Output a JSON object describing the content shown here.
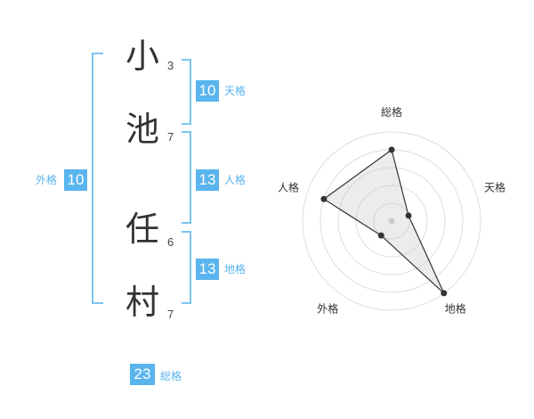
{
  "name": {
    "chars": [
      "小",
      "池",
      "任",
      "村"
    ],
    "strokes": [
      "3",
      "7",
      "6",
      "7"
    ]
  },
  "fortune": {
    "tenkaku": {
      "value": "10",
      "label": "天格"
    },
    "jinkaku": {
      "value": "13",
      "label": "人格"
    },
    "chikaku": {
      "value": "13",
      "label": "地格"
    },
    "gaikaku": {
      "value": "10",
      "label": "外格"
    },
    "soukaku": {
      "value": "23",
      "label": "総格"
    }
  },
  "colors": {
    "accent": "#5ab4ee",
    "bracket": "#7cc4f2",
    "text": "#333333"
  },
  "chart_data": {
    "type": "radar",
    "axes": [
      "総格",
      "天格",
      "地格",
      "外格",
      "人格"
    ],
    "max": 5,
    "rings": 5,
    "series": [
      {
        "values": [
          4,
          1,
          5,
          1,
          4
        ]
      }
    ]
  }
}
